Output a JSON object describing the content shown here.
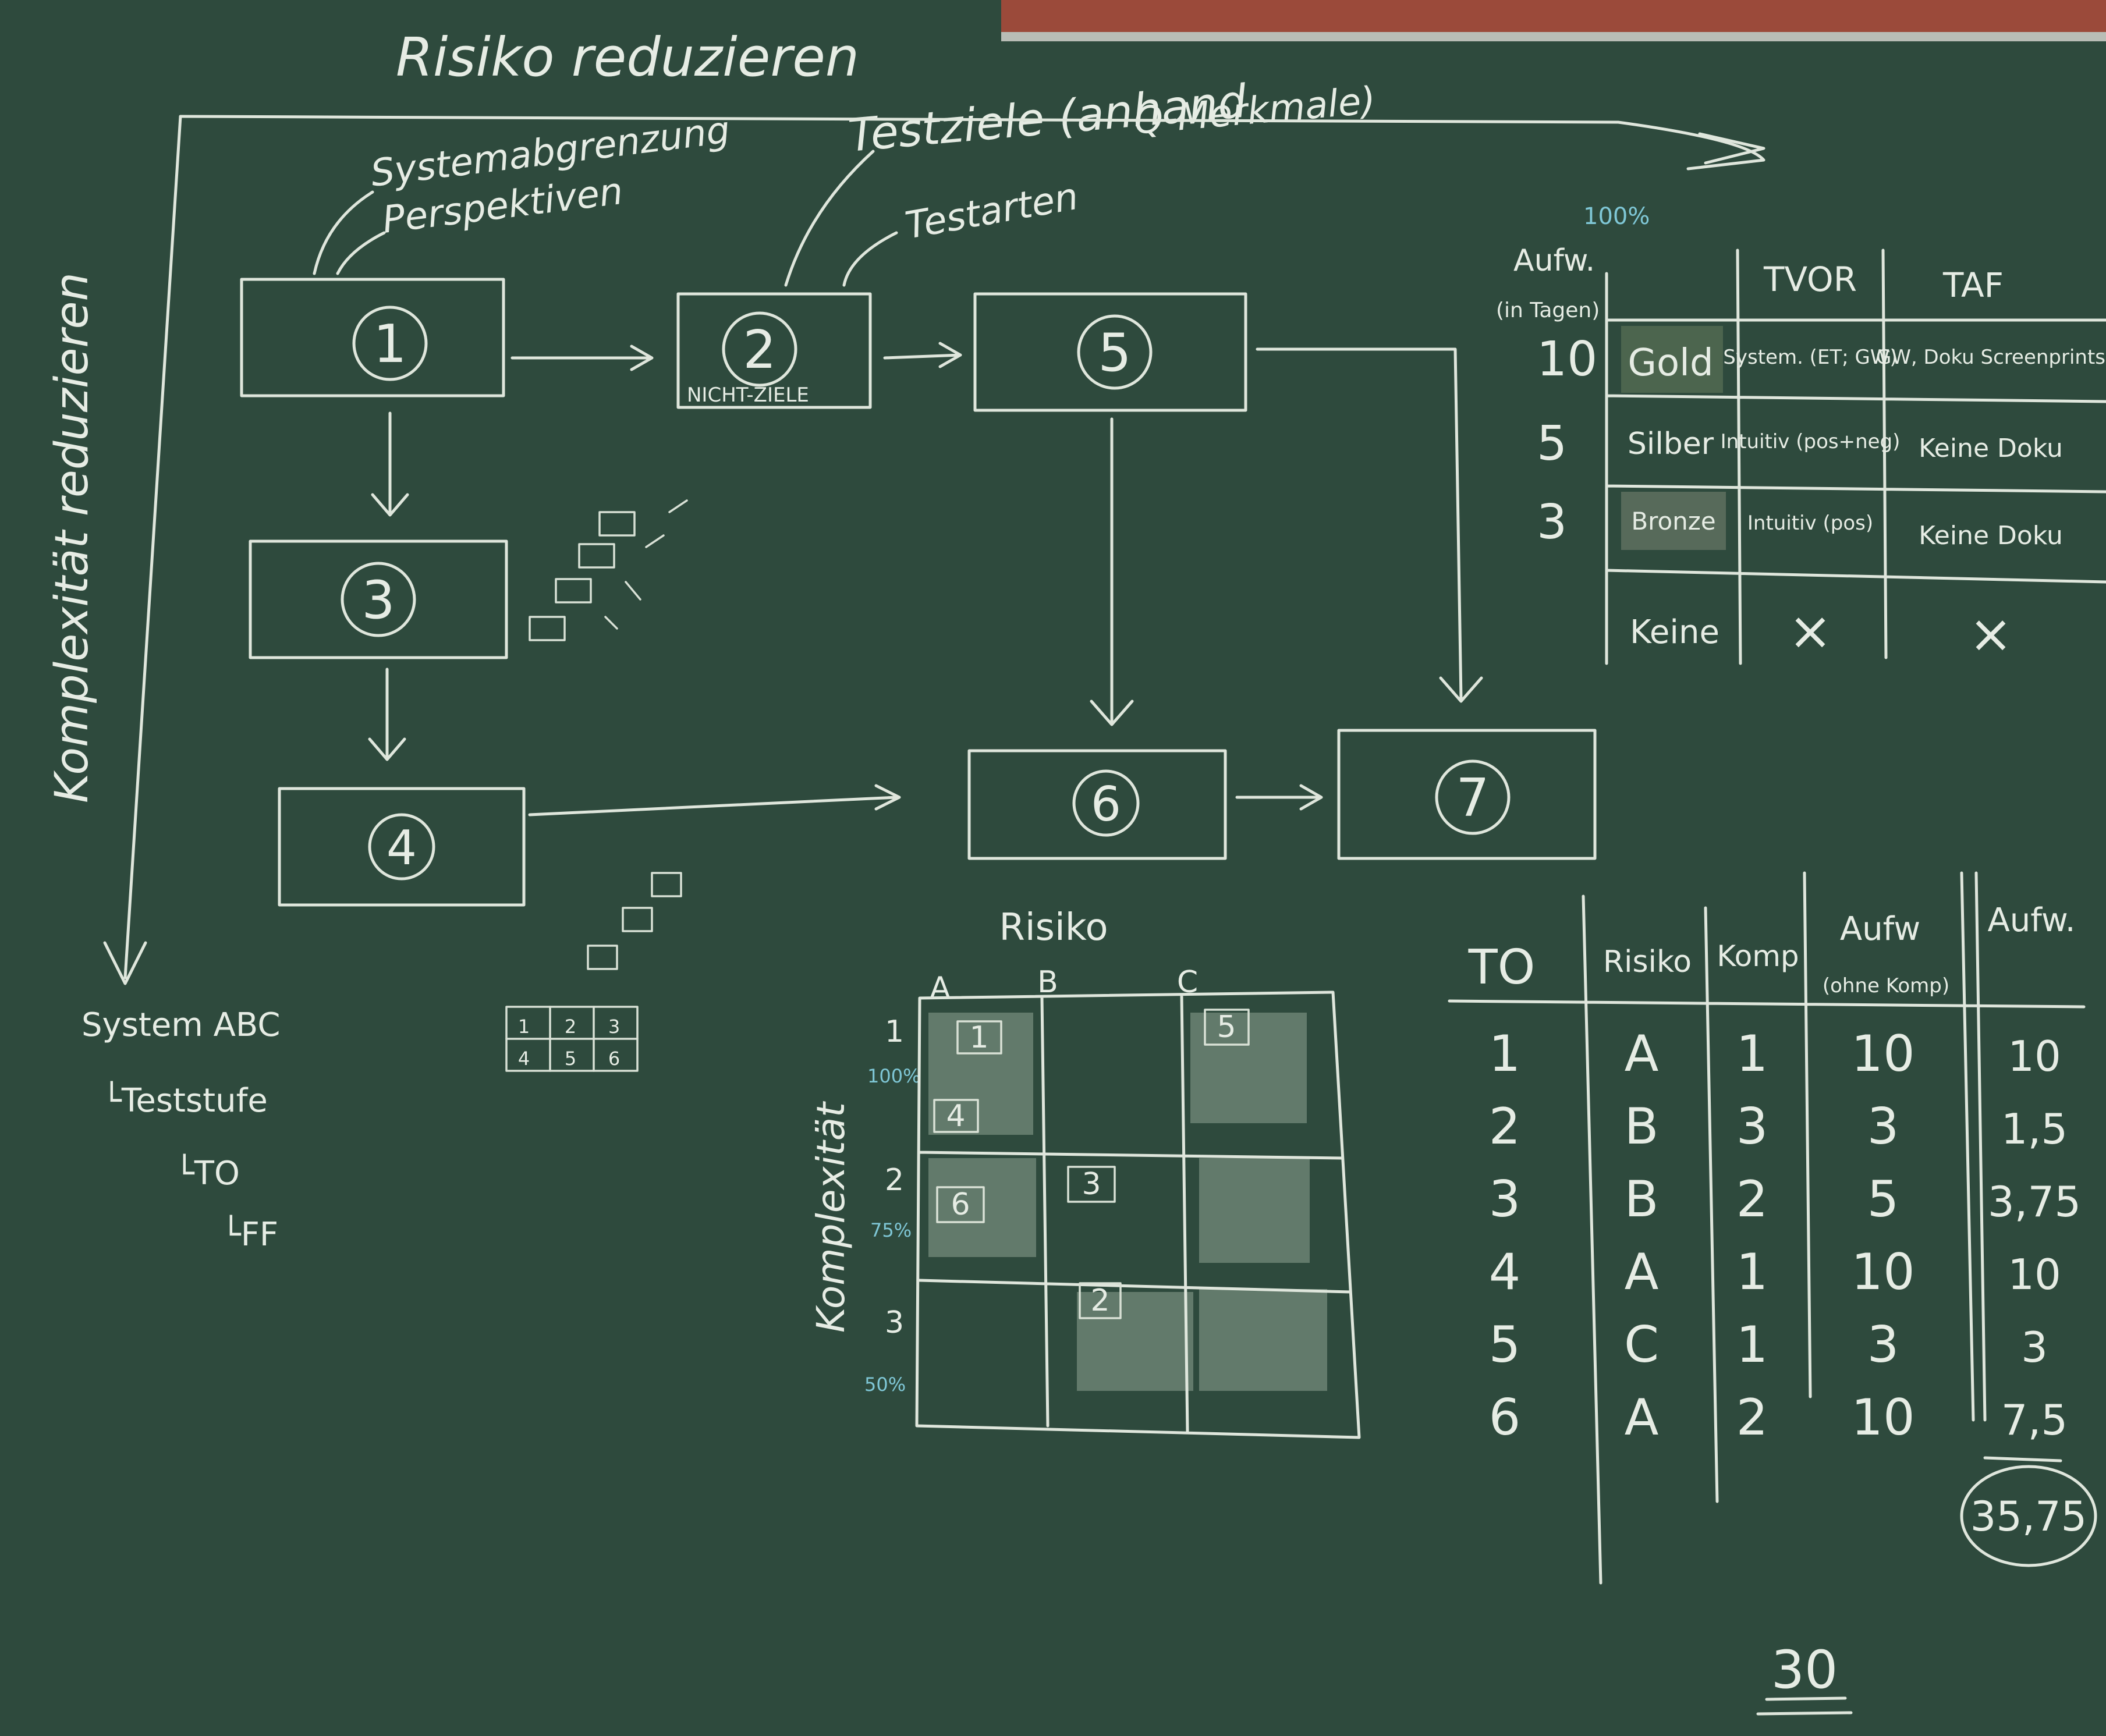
{
  "top": {
    "risk": "Risiko reduzieren",
    "testziele": "Testziele (anhand",
    "q_merkmale": "Q-Merkmale)",
    "testarten": "Testarten"
  },
  "left": {
    "complexity": "Komplexität reduzieren"
  },
  "notes": {
    "systemabgrenzung": "Systemabgrenzung",
    "perspektiven": "Perspektiven",
    "nicht_ziele": "NICHT-ZIELE"
  },
  "boxes": [
    "1",
    "2",
    "3",
    "4",
    "5",
    "6",
    "7"
  ],
  "hierarchy": [
    "System ABC",
    "└Teststufe",
    "└TO",
    "└FF"
  ],
  "mini_grid": [
    "1",
    "2",
    "3",
    "4",
    "5",
    "6"
  ],
  "effort_table": {
    "aufw_label": "Aufw.",
    "aufw_sub": "(in Tagen)",
    "pct": "100%",
    "headers": [
      "TVOR",
      "TAF"
    ],
    "rows": [
      {
        "days": "10",
        "level": "Gold",
        "tvor": "System. (ET; GW)",
        "taf": "GW, Doku Screenprints"
      },
      {
        "days": "5",
        "level": "Silber",
        "tvor": "Intuitiv (pos+neg)",
        "taf": "Keine Doku"
      },
      {
        "days": "3",
        "level": "Bronze",
        "tvor": "Intuitiv (pos)",
        "taf": "Keine Doku"
      },
      {
        "days": "",
        "level": "Keine",
        "tvor": "×",
        "taf": "×"
      }
    ]
  },
  "risk_matrix": {
    "title": "Risiko",
    "axis": "Komplexität",
    "cols": [
      "A",
      "B",
      "C"
    ],
    "rows": [
      "1",
      "2",
      "3"
    ],
    "row_pct": [
      "100%",
      "75%",
      "50%"
    ],
    "cells": {
      "A1a": "1",
      "A1b": "4",
      "C1": "5",
      "A2": "6",
      "B2": "3",
      "B3": "2"
    }
  },
  "to_table": {
    "headers": [
      "TO",
      "Risiko",
      "Komp",
      "Aufw",
      "Aufw."
    ],
    "aufw_sub": "(ohne Komp)",
    "rows": [
      [
        "1",
        "A",
        "1",
        "10",
        "10"
      ],
      [
        "2",
        "B",
        "3",
        "3",
        "1,5"
      ],
      [
        "3",
        "B",
        "2",
        "5",
        "3,75"
      ],
      [
        "4",
        "A",
        "1",
        "10",
        "10"
      ],
      [
        "5",
        "C",
        "1",
        "3",
        "3"
      ],
      [
        "6",
        "A",
        "2",
        "10",
        "7,5"
      ]
    ],
    "total": "35,75",
    "underline_total": "30"
  }
}
